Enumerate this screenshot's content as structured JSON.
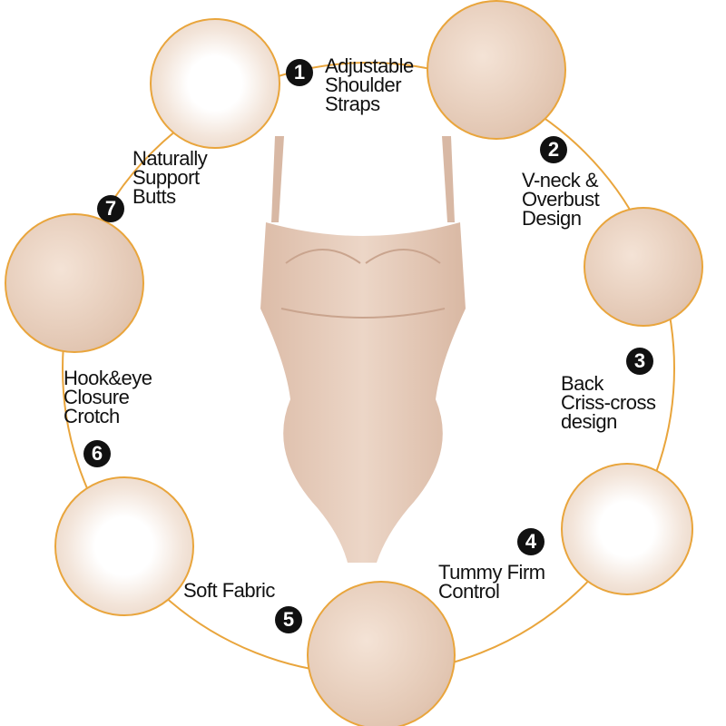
{
  "colors": {
    "ring": "#e9a53c",
    "fabric": "#e8d0c0",
    "number_badge": "#111111"
  },
  "features": [
    {
      "number": "1",
      "lines": [
        "Adjustable",
        "Shoulder",
        "Straps"
      ]
    },
    {
      "number": "2",
      "lines": [
        "V-neck &",
        "Overbust",
        "Design"
      ]
    },
    {
      "number": "3",
      "lines": [
        "Back",
        "Criss-cross",
        "design"
      ]
    },
    {
      "number": "4",
      "lines": [
        "Tummy Firm",
        "Control"
      ]
    },
    {
      "number": "5",
      "lines": [
        "Soft Fabric"
      ]
    },
    {
      "number": "6",
      "lines": [
        "Hook&eye",
        "Closure",
        "Crotch"
      ]
    },
    {
      "number": "7",
      "lines": [
        "Naturally",
        "Support",
        "Butts"
      ]
    }
  ]
}
